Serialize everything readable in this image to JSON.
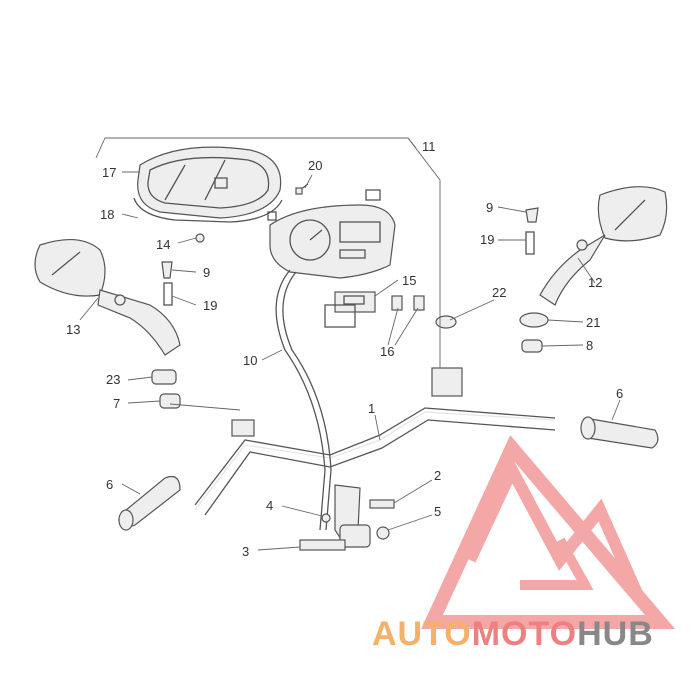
{
  "callouts": [
    "1",
    "2",
    "3",
    "4",
    "5",
    "6",
    "6",
    "7",
    "8",
    "9",
    "9",
    "10",
    "11",
    "12",
    "13",
    "14",
    "15",
    "16",
    "17",
    "18",
    "19",
    "19",
    "20",
    "21",
    "22",
    "23"
  ],
  "watermark": {
    "part1": "AUTO",
    "part2": "MOTO",
    "part3": "HUB",
    "color1": "#f5b06a",
    "color2": "#ee8080",
    "color3": "#888888",
    "logo_color": "#f08a8a"
  }
}
